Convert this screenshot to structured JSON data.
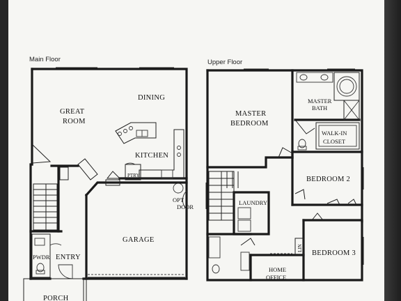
{
  "main_floor": {
    "title": "Main Floor",
    "rooms": {
      "great_room_1": "GREAT",
      "great_room_2": "ROOM",
      "dining": "DINING",
      "kitchen": "KITCHEN",
      "ptry": "PTRY",
      "opt_door_1": "OPT",
      "opt_door_2": "DOOR",
      "garage": "GARAGE",
      "pwdr": "PWDR",
      "entry": "ENTRY",
      "porch": "PORCH"
    }
  },
  "upper_floor": {
    "title": "Upper Floor",
    "rooms": {
      "master_bedroom_1": "MASTER",
      "master_bedroom_2": "BEDROOM",
      "master_bath_1": "MASTER",
      "master_bath_2": "BATH",
      "walk_in_1": "WALK-IN",
      "walk_in_2": "CLOSET",
      "bedroom_2": "BEDROOM 2",
      "laundry": "LAUNDRY",
      "bedroom_3": "BEDROOM 3",
      "lin": "LIN",
      "home_office_1": "HOME",
      "home_office_2": "OFFICE"
    }
  }
}
